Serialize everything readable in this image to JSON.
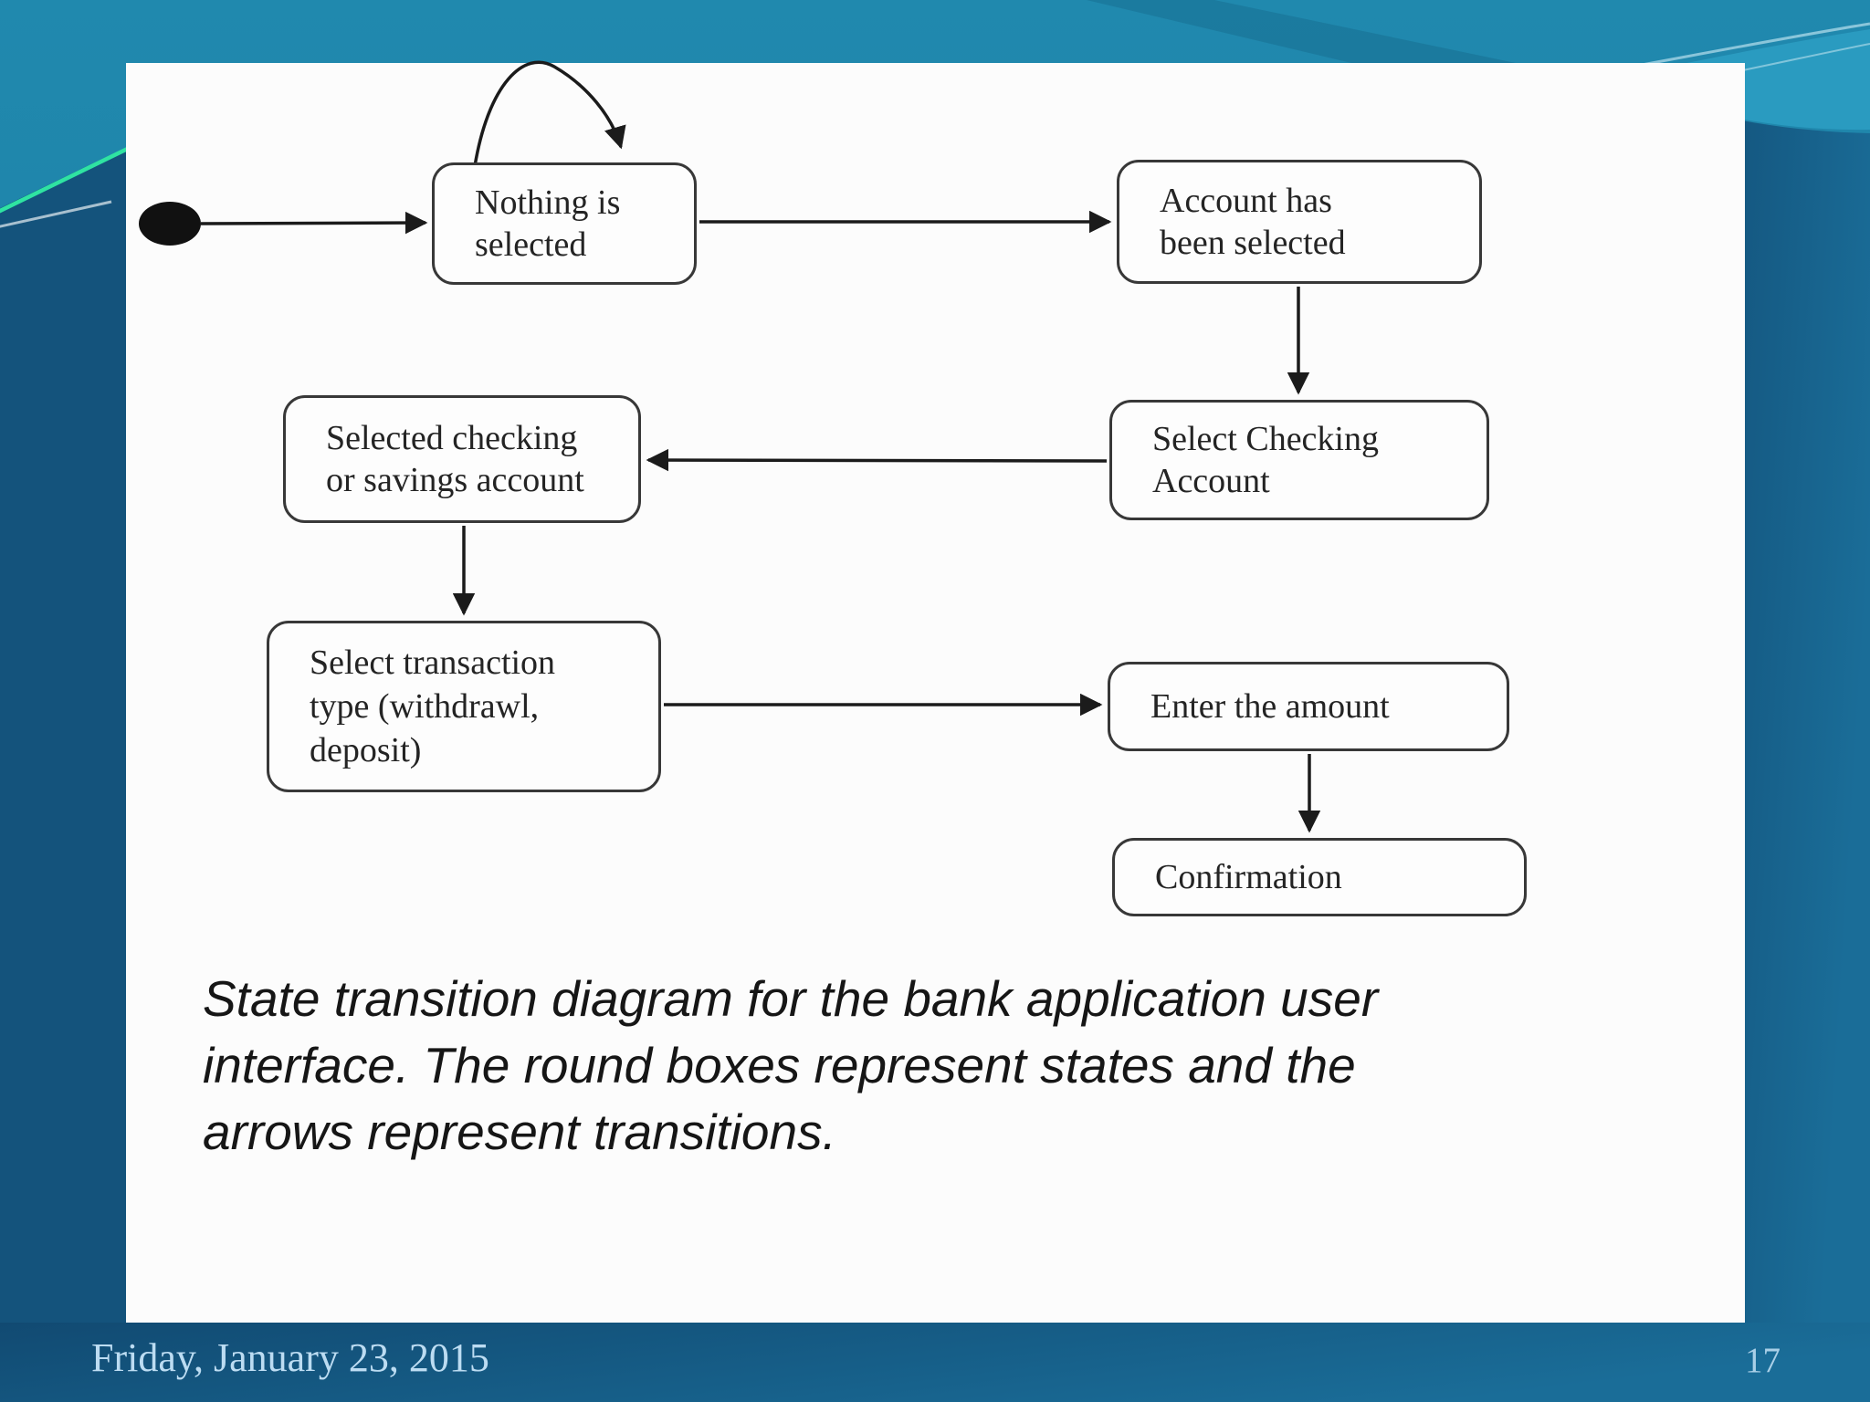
{
  "slide": {
    "footer_date": "Friday, January 23, 2015",
    "page_number": "17"
  },
  "diagram": {
    "type": "state-transition-diagram",
    "initial_marker": "filled-ellipse",
    "states": [
      {
        "id": "nothing-selected",
        "label": "Nothing is\nselected"
      },
      {
        "id": "account-selected",
        "label": "Account has\nbeen selected"
      },
      {
        "id": "select-checking-account",
        "label": "Select Checking\nAccount"
      },
      {
        "id": "selected-checking-or-savings",
        "label": "Selected checking\nor savings account"
      },
      {
        "id": "select-transaction-type",
        "label": "Select transaction\ntype (withdrawl,\ndeposit)"
      },
      {
        "id": "enter-amount",
        "label": "Enter the amount"
      },
      {
        "id": "confirmation",
        "label": "Confirmation"
      }
    ],
    "transitions": [
      {
        "from": "initial",
        "to": "nothing-selected"
      },
      {
        "from": "nothing-selected",
        "to": "nothing-selected"
      },
      {
        "from": "nothing-selected",
        "to": "account-selected"
      },
      {
        "from": "account-selected",
        "to": "select-checking-account"
      },
      {
        "from": "select-checking-account",
        "to": "selected-checking-or-savings"
      },
      {
        "from": "selected-checking-or-savings",
        "to": "select-transaction-type"
      },
      {
        "from": "select-transaction-type",
        "to": "enter-amount"
      },
      {
        "from": "enter-amount",
        "to": "confirmation"
      }
    ],
    "caption": "State transition diagram for the bank application user\ninterface. The round boxes represent states and the\narrows represent transitions."
  },
  "colors": {
    "background_teal": "#1f87ac",
    "background_navy": "#114a72",
    "accent_green_line": "#2fe3a2",
    "panel_white": "#fcfcfc",
    "footer_text": "#bcdcf2",
    "diagram_ink": "#1b1b1b"
  }
}
